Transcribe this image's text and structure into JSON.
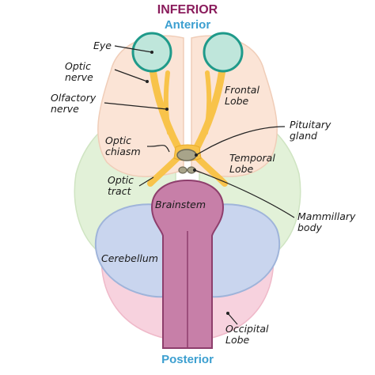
{
  "header": {
    "title": "INFERIOR",
    "top": "Anterior",
    "bottom": "Posterior"
  },
  "labels": {
    "eye": "Eye",
    "optic_nerve": [
      "Optic",
      "nerve"
    ],
    "olfactory_nerve": [
      "Olfactory",
      "nerve"
    ],
    "optic_chiasm": [
      "Optic",
      "chiasm"
    ],
    "optic_tract": [
      "Optic",
      "tract"
    ],
    "frontal_lobe": [
      "Frontal",
      "Lobe"
    ],
    "pituitary_gland": [
      "Pituitary",
      "gland"
    ],
    "temporal_lobe": [
      "Temporal",
      "Lobe"
    ],
    "brainstem": "Brainstem",
    "mammillary_body": [
      "Mammillary",
      "body"
    ],
    "cerebellum": "Cerebellum",
    "occipital_lobe": [
      "Occipital",
      "Lobe"
    ]
  },
  "colors": {
    "title": "#8a1c5c",
    "orientation": "#3c9fd0",
    "frontal": "#fbe4d6",
    "occipital": "#f7d2de",
    "temporal": "#e2f1d8",
    "cerebellum": "#c9d5ee",
    "brainstem": "#c77fa8",
    "optic": "#f8c34a",
    "eye": "#bfe6db"
  }
}
